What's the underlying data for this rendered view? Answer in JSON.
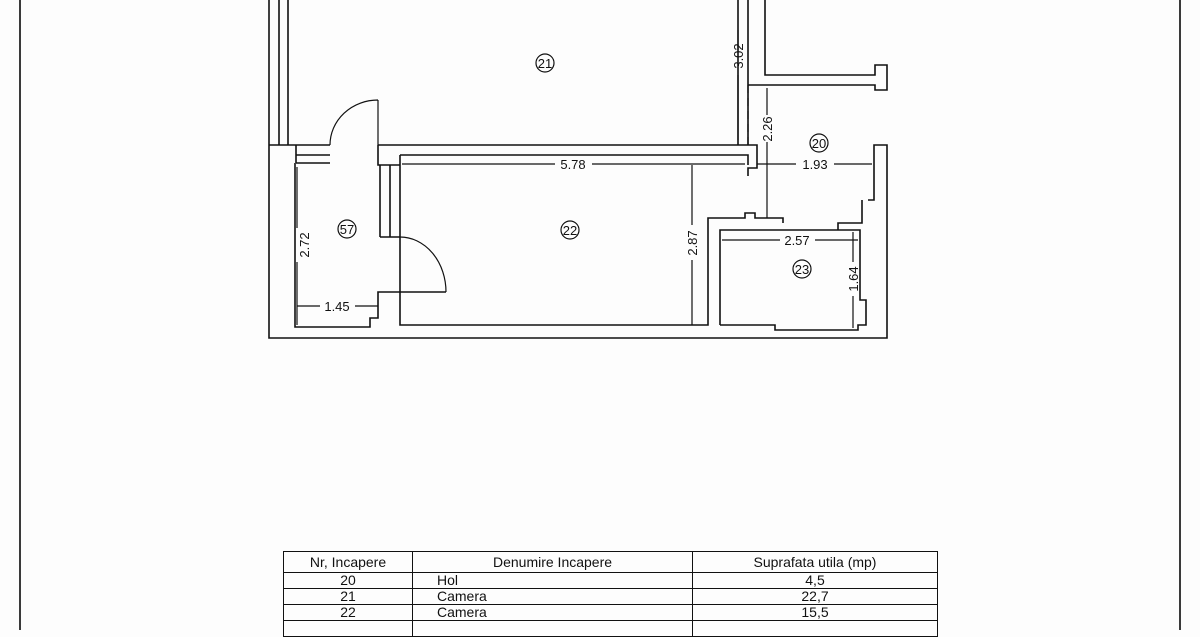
{
  "rooms": [
    {
      "id": "21"
    },
    {
      "id": "20"
    },
    {
      "id": "57"
    },
    {
      "id": "22"
    },
    {
      "id": "23"
    }
  ],
  "dimensions": {
    "d_5_78": "5.78",
    "d_1_93": "1.93",
    "d_2_57": "2.57",
    "d_1_45": "1.45",
    "d_3_02": "3.02",
    "d_2_26": "2.26",
    "d_2_72": "2.72",
    "d_2_87": "2.87",
    "d_1_64": "1.64"
  },
  "table": {
    "headers": [
      "Nr, Incapere",
      "Denumire Incapere",
      "Suprafata utila (mp)"
    ],
    "rows": [
      [
        "20",
        "Hol",
        "4,5"
      ],
      [
        "21",
        "Camera",
        "22,7"
      ],
      [
        "22",
        "Camera",
        "15,5"
      ]
    ]
  }
}
